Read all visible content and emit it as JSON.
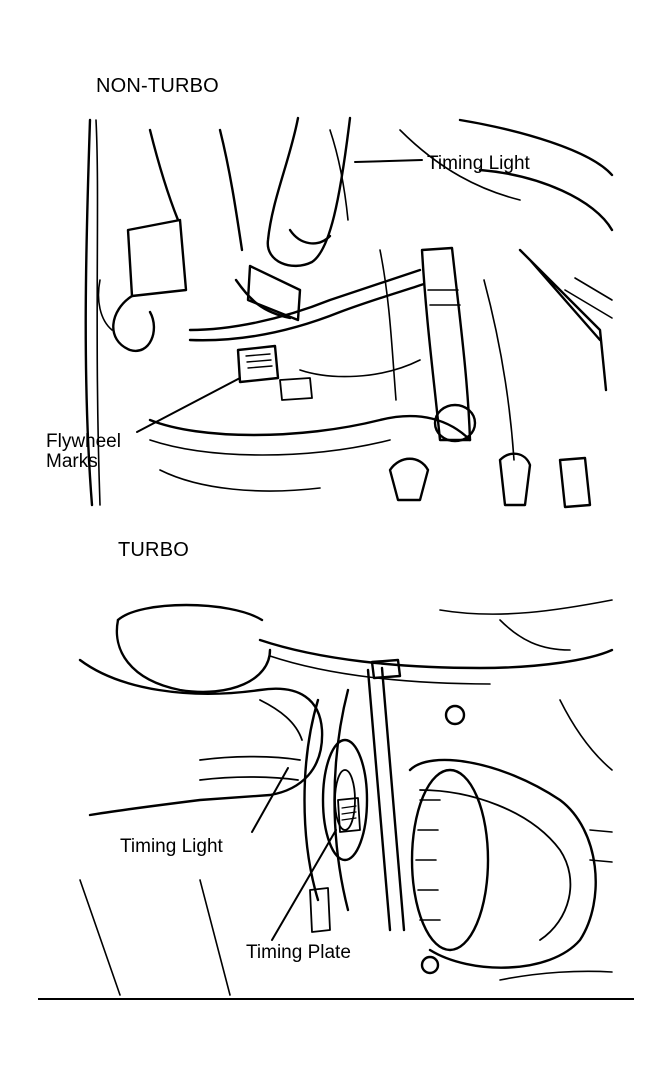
{
  "sections": [
    {
      "title": "NON-TURBO",
      "callouts": [
        {
          "text": "Timing Light"
        },
        {
          "lines": [
            "Flywheel",
            "Marks"
          ]
        }
      ]
    },
    {
      "title": "TURBO",
      "callouts": [
        {
          "text": "Timing Light"
        },
        {
          "text": "Timing Plate"
        }
      ]
    }
  ],
  "colors": {
    "ink": "#000000",
    "paper": "#ffffff"
  }
}
